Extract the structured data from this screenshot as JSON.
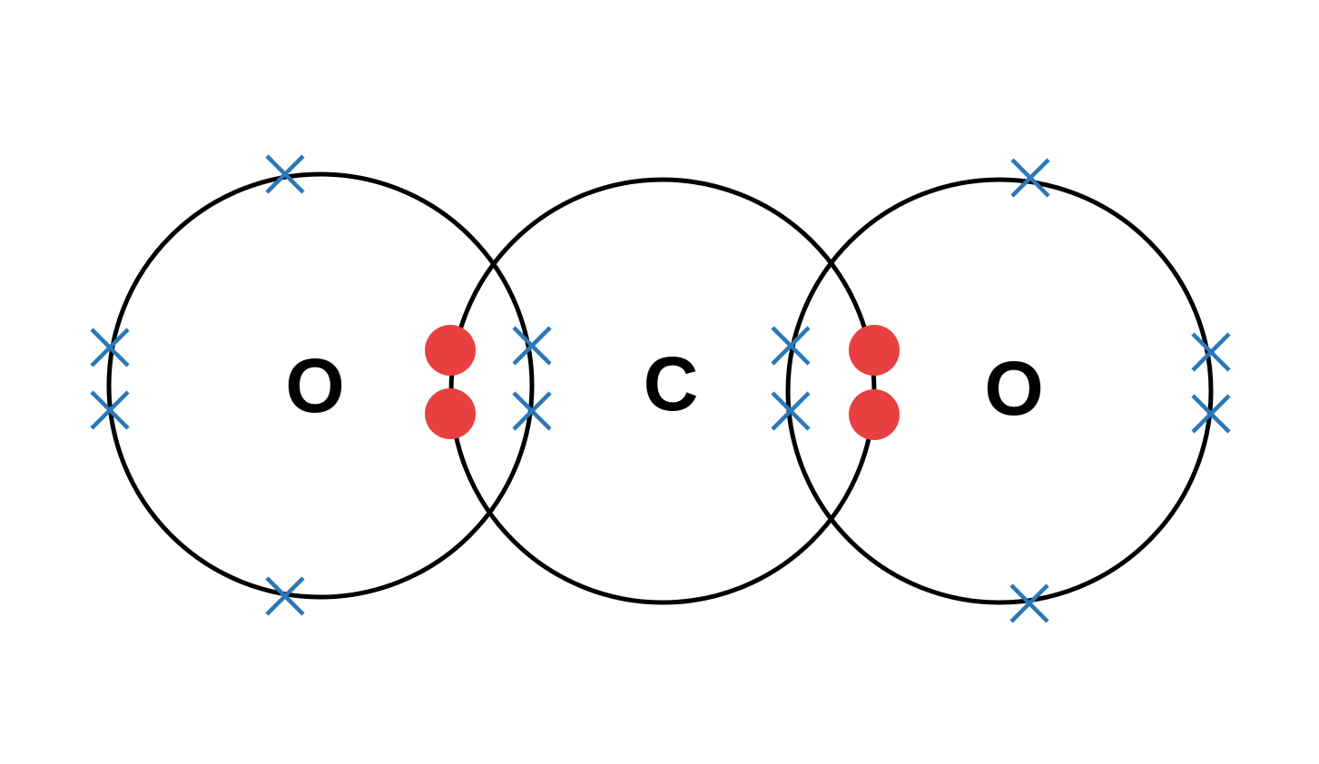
{
  "atoms": [
    {
      "id": "oxygen-left",
      "symbol": "O"
    },
    {
      "id": "carbon",
      "symbol": "C"
    },
    {
      "id": "oxygen-right",
      "symbol": "O"
    }
  ],
  "colors": {
    "shell": "#000000",
    "oxygen_electron_cross": "#2a78b8",
    "carbon_electron_dot": "#e84040",
    "label": "#000000"
  },
  "electron_markers": {
    "oxygen": "cross",
    "carbon": "dot"
  }
}
